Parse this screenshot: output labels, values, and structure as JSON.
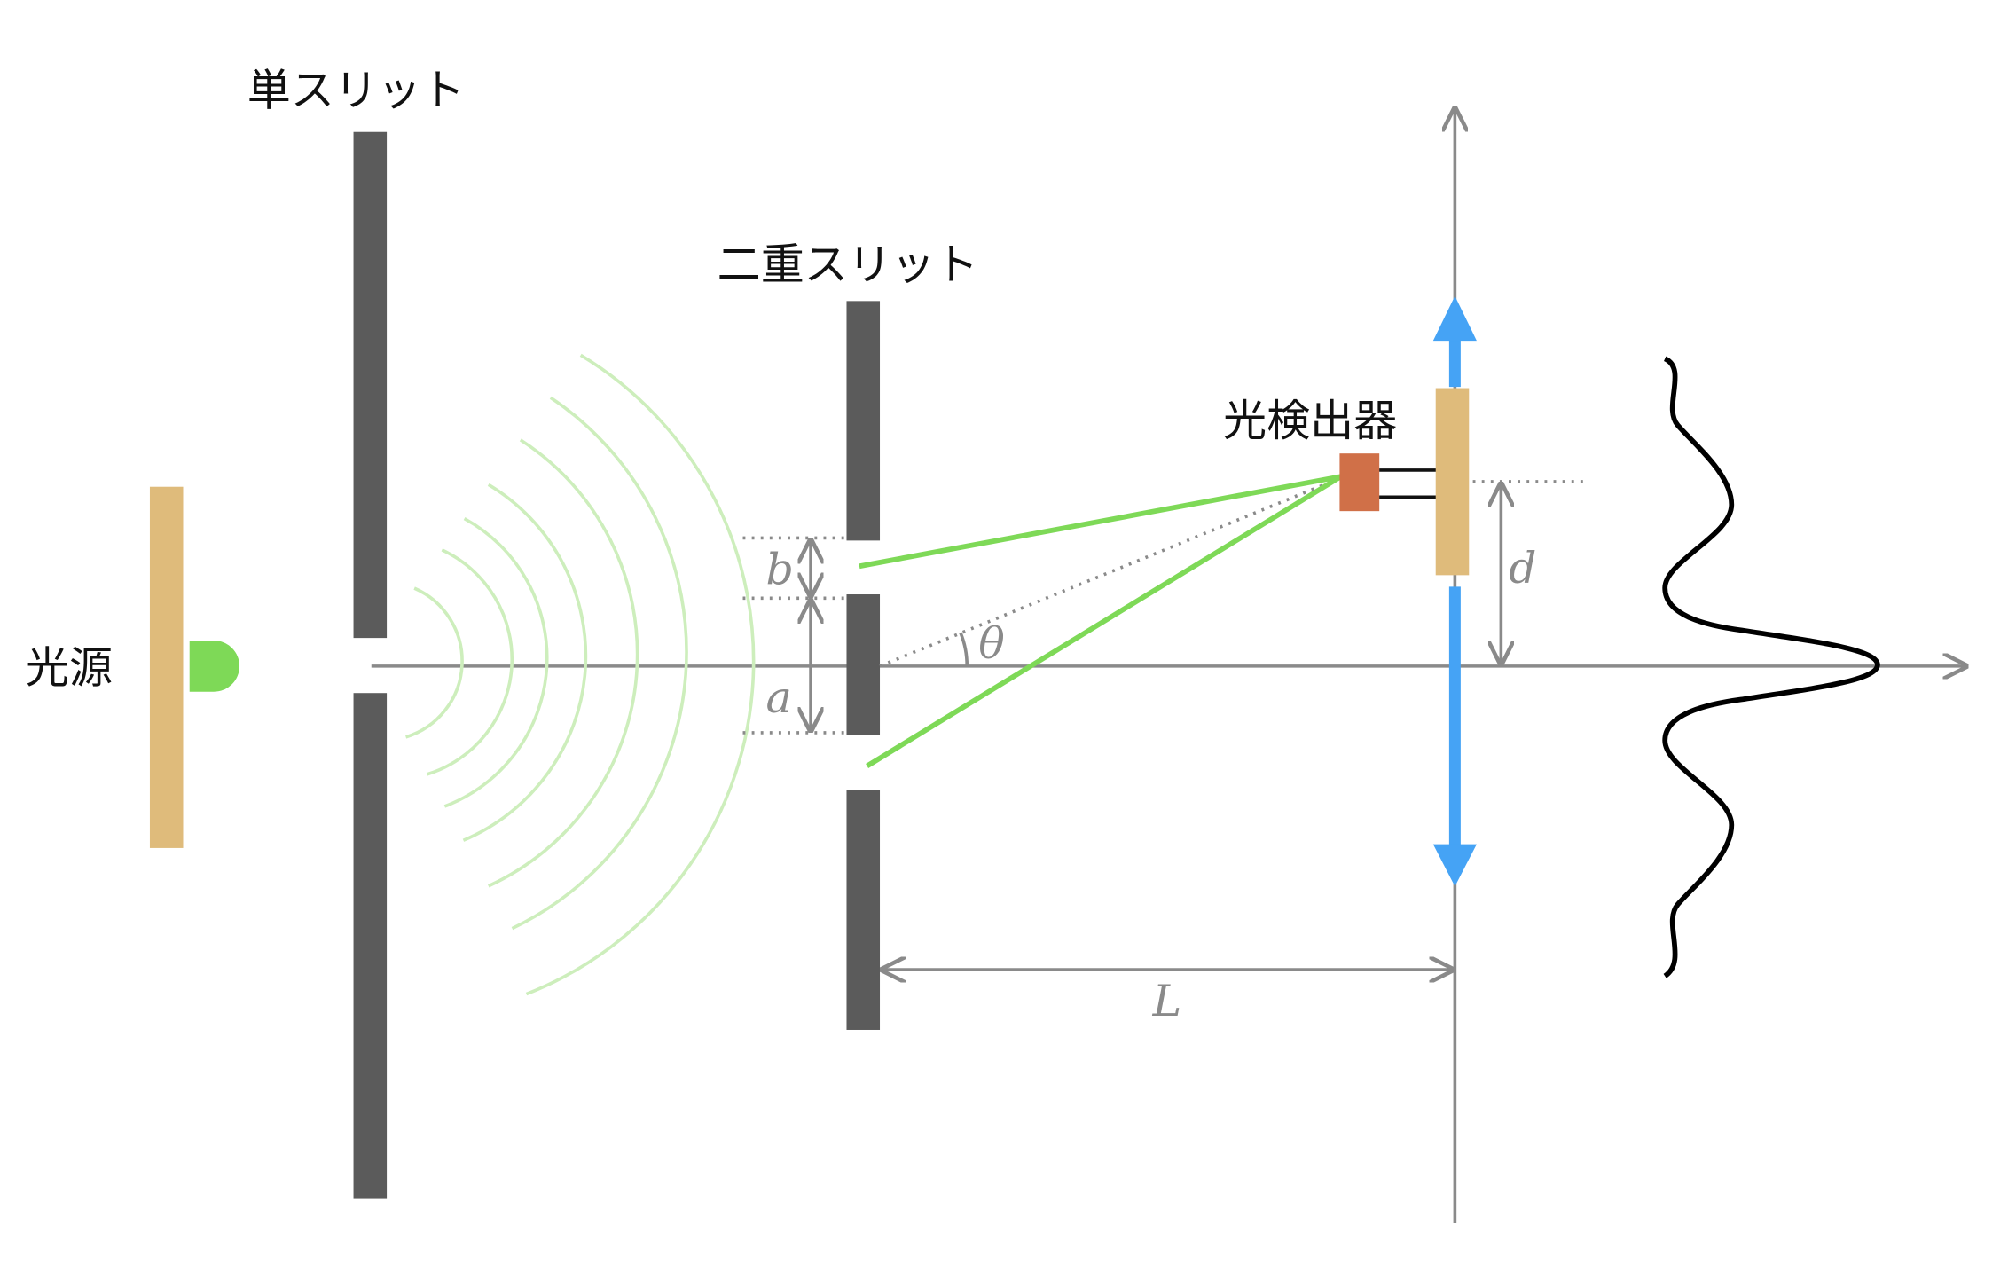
{
  "labels": {
    "single_slit": "単スリット",
    "double_slit": "二重スリット",
    "light_source": "光源",
    "detector": "光検出器"
  },
  "variables": {
    "b": "b",
    "a": "a",
    "theta": "θ",
    "d": "d",
    "L": "L"
  },
  "colors": {
    "slit": "#5b5b5b",
    "source_bar": "#dfbb7b",
    "source_emitter": "#7ed957",
    "wavefront": "#cdeebc",
    "ray": "#7ed957",
    "axis": "#8a8a8a",
    "detector": "#d07048",
    "detector_mount": "#dfbb7b",
    "motion_arrow": "#45a3f5",
    "intensity_curve": "#000000"
  }
}
